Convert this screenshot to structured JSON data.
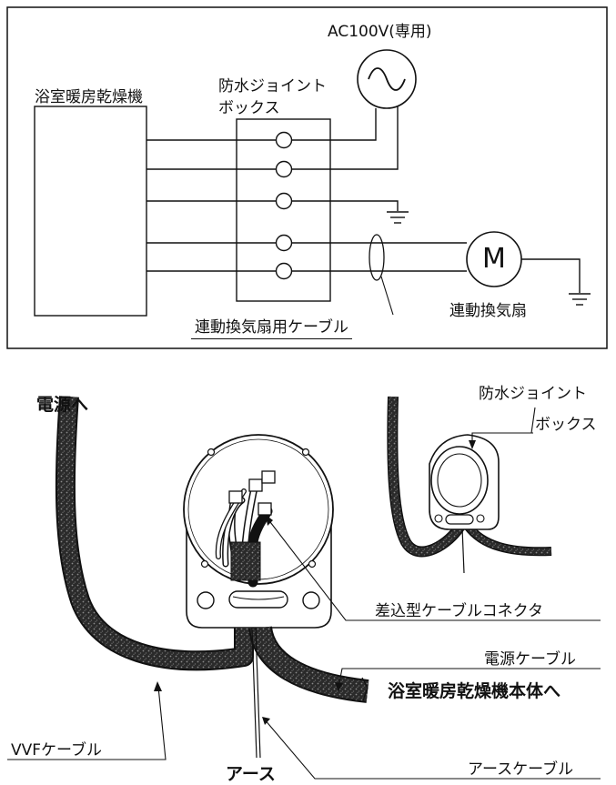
{
  "wiring": {
    "power_source": "AC100V(専用)",
    "heater_unit": "浴室暖房乾燥機",
    "junction_box_line1": "防水ジョイント",
    "junction_box_line2": "ボックス",
    "fan_symbol": "M",
    "fan_label": "連動換気扇",
    "fan_cable": "連動換気扇用ケーブル"
  },
  "illustration": {
    "to_power": "電源へ",
    "junction_box_line1": "防水ジョイント",
    "junction_box_line2": "ボックス",
    "connector": "差込型ケーブルコネクタ",
    "power_cable": "電源ケーブル",
    "to_heater_body": "浴室暖房乾燥機本体へ",
    "vvf_cable": "VVFケーブル",
    "earth": "アース",
    "earth_cable": "アースケーブル"
  }
}
